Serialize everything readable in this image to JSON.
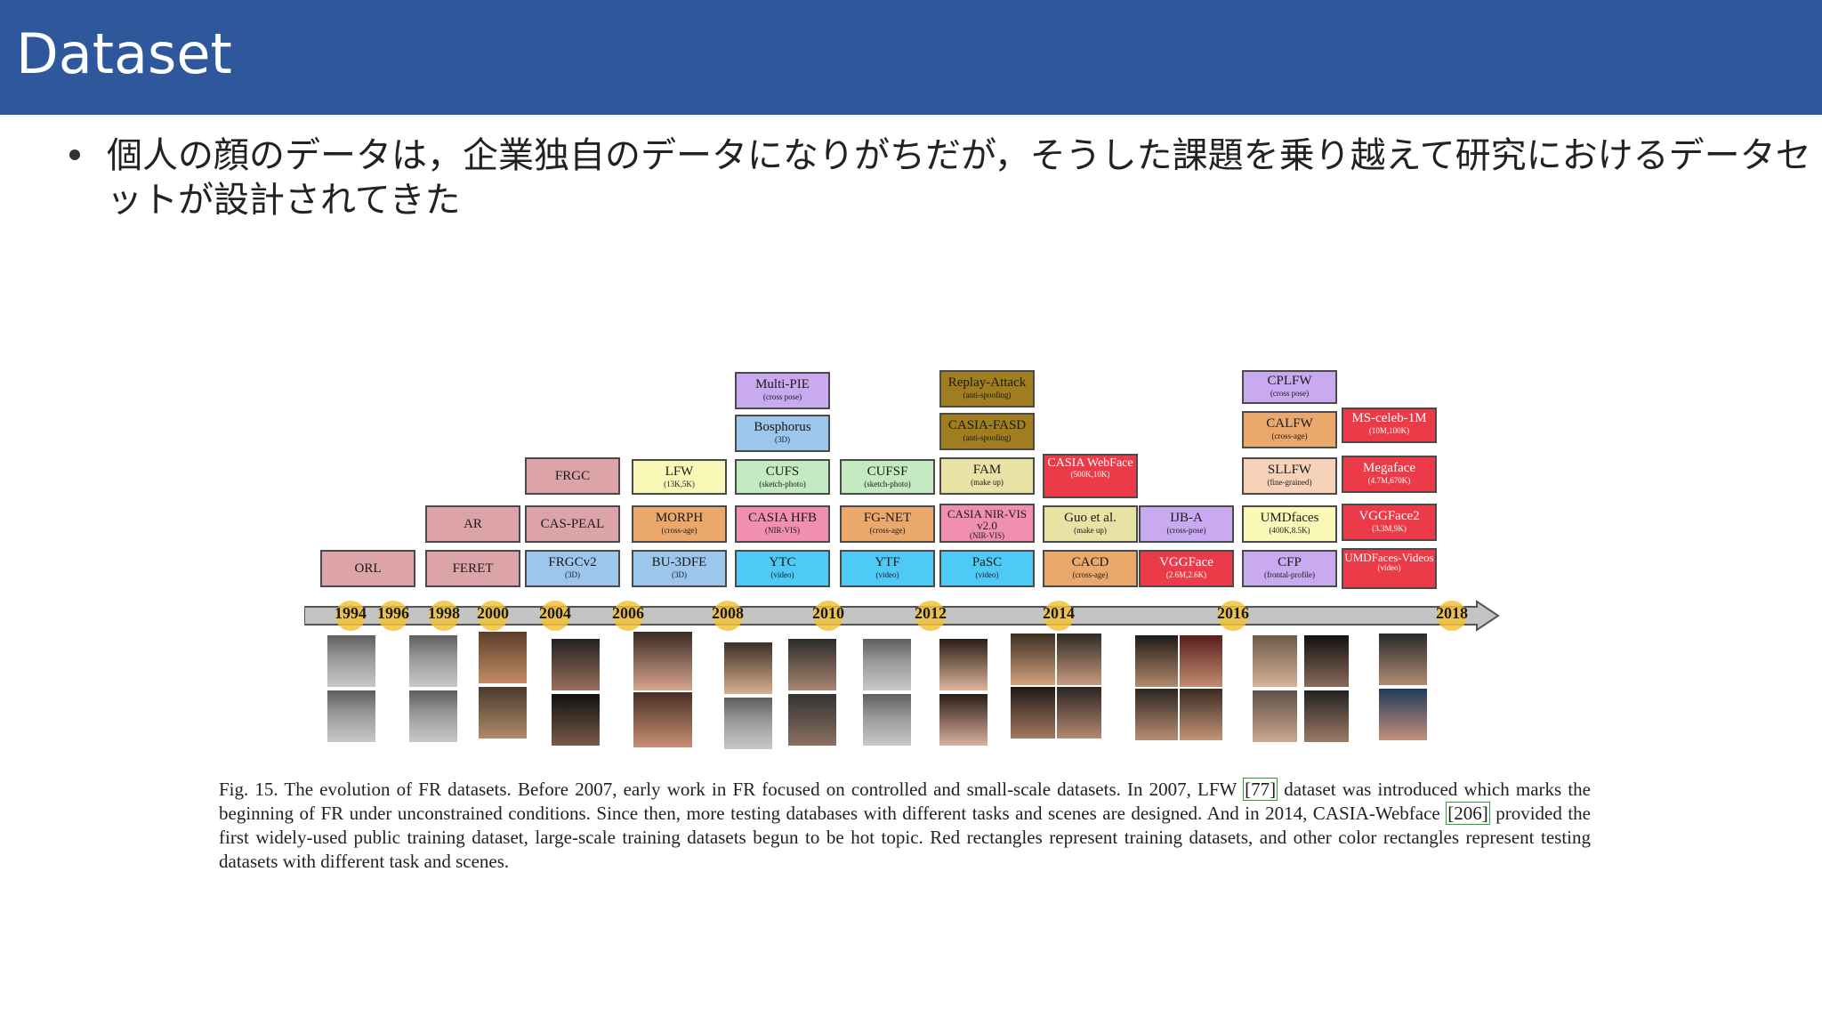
{
  "header": {
    "title": "Dataset"
  },
  "bullet": {
    "text": "個人の顔のデータは，企業独自のデータになりがちだが，そうした課題を乗り越えて研究におけるデータセットが設計されてきた"
  },
  "figure": {
    "years": [
      "1994",
      "1996",
      "1998",
      "2000",
      "2004",
      "2006",
      "2008",
      "2010",
      "2012",
      "2014",
      "2016",
      "2018"
    ],
    "datasets": [
      {
        "name": "ORL",
        "sub": "",
        "color": "pink"
      },
      {
        "name": "AR",
        "sub": "",
        "color": "pink"
      },
      {
        "name": "FERET",
        "sub": "",
        "color": "pink"
      },
      {
        "name": "FRGC",
        "sub": "",
        "color": "pink"
      },
      {
        "name": "CAS-PEAL",
        "sub": "",
        "color": "pink"
      },
      {
        "name": "FRGCv2",
        "sub": "(3D)",
        "color": "blue"
      },
      {
        "name": "LFW",
        "sub": "(13K,5K)",
        "color": "yellow"
      },
      {
        "name": "MORPH",
        "sub": "(cross-age)",
        "color": "orange"
      },
      {
        "name": "BU-3DFE",
        "sub": "(3D)",
        "color": "blue"
      },
      {
        "name": "Multi-PIE",
        "sub": "(cross pose)",
        "color": "purple"
      },
      {
        "name": "Bosphorus",
        "sub": "(3D)",
        "color": "blue"
      },
      {
        "name": "CUFS",
        "sub": "(sketch-photo)",
        "color": "green"
      },
      {
        "name": "CASIA HFB",
        "sub": "(NIR-VIS)",
        "color": "magenta"
      },
      {
        "name": "YTC",
        "sub": "(video)",
        "color": "cyan"
      },
      {
        "name": "CUFSF",
        "sub": "(sketch-photo)",
        "color": "green"
      },
      {
        "name": "FG-NET",
        "sub": "(cross-age)",
        "color": "orange"
      },
      {
        "name": "YTF",
        "sub": "(video)",
        "color": "cyan"
      },
      {
        "name": "Replay-Attack",
        "sub": "(anti-spoofing)",
        "color": "brown"
      },
      {
        "name": "CASIA-FASD",
        "sub": "(anti-spoofing)",
        "color": "brown"
      },
      {
        "name": "FAM",
        "sub": "(make up)",
        "color": "olive"
      },
      {
        "name": "CASIA NIR-VIS v2.0",
        "sub": "(NIR-VIS)",
        "color": "magenta"
      },
      {
        "name": "PaSC",
        "sub": "(video)",
        "color": "cyan"
      },
      {
        "name": "CASIA WebFace",
        "sub": "(500K,10K)",
        "color": "red"
      },
      {
        "name": "Guo et al.",
        "sub": "(make up)",
        "color": "olive"
      },
      {
        "name": "CACD",
        "sub": "(cross-age)",
        "color": "orange"
      },
      {
        "name": "IJB-A",
        "sub": "(cross-pose)",
        "color": "purple"
      },
      {
        "name": "VGGFace",
        "sub": "(2.6M,2.6K)",
        "color": "red"
      },
      {
        "name": "CPLFW",
        "sub": "(cross pose)",
        "color": "purple"
      },
      {
        "name": "CALFW",
        "sub": "(cross-age)",
        "color": "orange"
      },
      {
        "name": "SLLFW",
        "sub": "(fine-grained)",
        "color": "peach"
      },
      {
        "name": "UMDfaces",
        "sub": "(400K,8.5K)",
        "color": "yellow"
      },
      {
        "name": "CFP",
        "sub": "(frontal-profile)",
        "color": "purple"
      },
      {
        "name": "MS-celeb-1M",
        "sub": "(10M,100K)",
        "color": "red"
      },
      {
        "name": "Megaface",
        "sub": "(4.7M,670K)",
        "color": "red"
      },
      {
        "name": "VGGFace2",
        "sub": "(3.3M,9K)",
        "color": "red"
      },
      {
        "name": "UMDFaces-Videos",
        "sub": "(video)",
        "color": "red"
      }
    ],
    "caption": {
      "part1": "Fig. 15.  The evolution of FR datasets. Before 2007, early work in FR focused on controlled and small-scale datasets. In 2007, LFW ",
      "ref1": "[77]",
      "part2": " dataset was introduced which marks the beginning of FR under unconstrained conditions. Since then, more testing databases with different tasks and scenes are designed. And in 2014, CASIA-Webface ",
      "ref2": "[206]",
      "part3": " provided the first widely-used public training dataset, large-scale training datasets begun to be hot topic. Red rectangles represent training datasets, and other color rectangles represent testing datasets with different task and scenes."
    }
  }
}
